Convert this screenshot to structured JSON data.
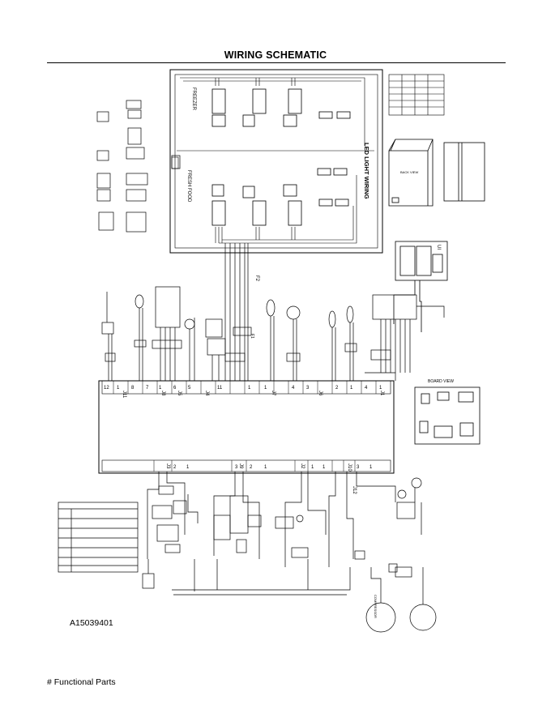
{
  "header": {
    "title": "WIRING SCHEMATIC"
  },
  "labels": {
    "led_light_wiring": "LED LIGHT WIRING",
    "freezer": "FREEZER",
    "fresh_food": "FRESH FOOD",
    "board_view": "BOARD VIEW",
    "back_view": "BACK VIEW",
    "ui": "UI",
    "f1": "F1",
    "f2": "F2",
    "compressor": "COMPRESSOR",
    "connectors": {
      "top": [
        "J11",
        "J8",
        "J5",
        "J4",
        "J7",
        "J6",
        "J1"
      ],
      "top_pins": [
        "12",
        "1",
        "8",
        "7",
        "1",
        "6",
        "5",
        "11",
        "1",
        "1",
        "4",
        "3",
        "2",
        "1",
        "4",
        "1"
      ],
      "bottom": [
        "J3",
        "J9",
        "J2",
        "J10",
        "J12"
      ],
      "bottom_pins": [
        "2",
        "1",
        "3",
        "2",
        "1",
        "1",
        "1",
        "3",
        "1"
      ]
    }
  },
  "footer": {
    "doc_number": "A15039401",
    "note": "# Functional Parts"
  }
}
